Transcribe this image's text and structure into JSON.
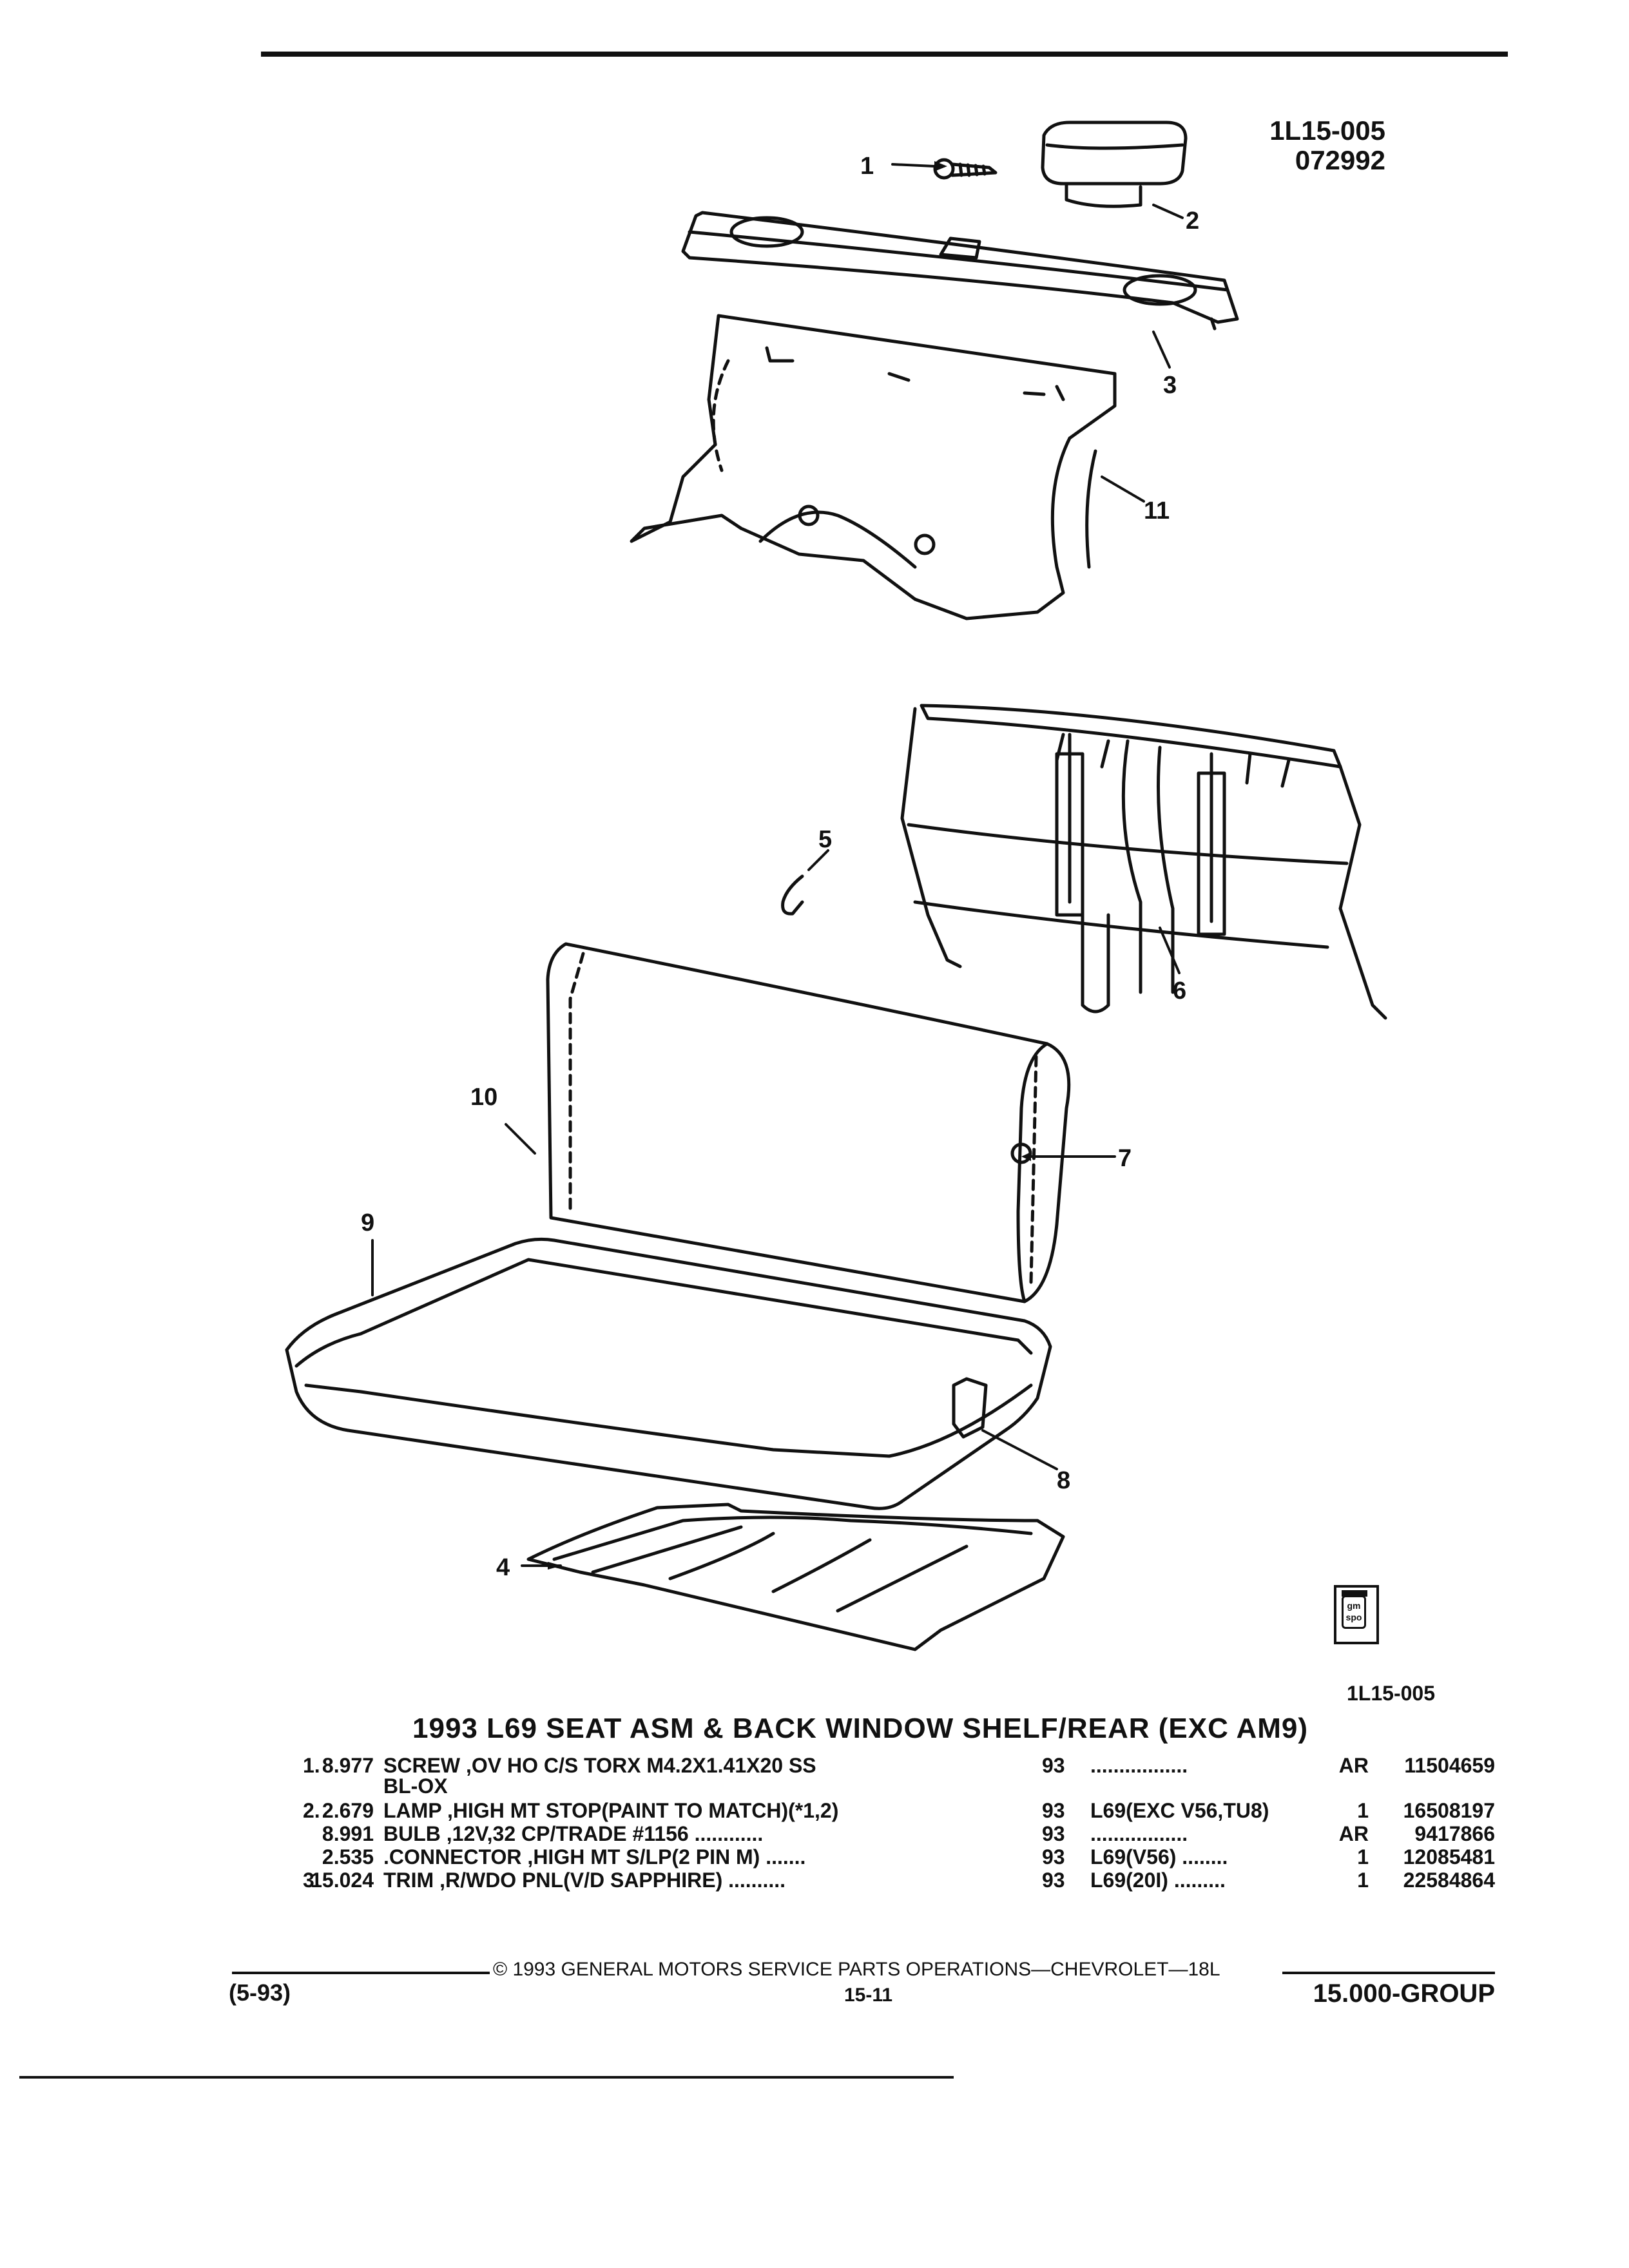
{
  "header": {
    "code": "1L15-005",
    "date": "072992"
  },
  "callouts": [
    "1",
    "2",
    "3",
    "11",
    "5",
    "6",
    "10",
    "7",
    "9",
    "8",
    "4"
  ],
  "figure_code": "1L15-005",
  "title": "1993 L69 SEAT ASM & BACK WINDOW SHELF/REAR (EXC AM9)",
  "parts": [
    {
      "item": "1.",
      "price": "8.977",
      "desc": "SCREW ,OV HO C/S TORX M4.2X1.41X20 SS",
      "year": "93",
      "app": ".................",
      "qty": "AR",
      "part": "11504659"
    },
    {
      "item": "",
      "price": "",
      "desc": "BL-OX",
      "year": "",
      "app": "",
      "qty": "",
      "part": ""
    },
    {
      "item": "2.",
      "price": "2.679",
      "desc": "LAMP ,HIGH MT STOP(PAINT TO MATCH)(*1,2)",
      "year": "93",
      "app": "L69(EXC V56,TU8)",
      "qty": "1",
      "part": "16508197"
    },
    {
      "item": "",
      "price": "8.991",
      "desc": "BULB ,12V,32 CP/TRADE #1156 ............",
      "year": "93",
      "app": ".................",
      "qty": "AR",
      "part": "9417866"
    },
    {
      "item": "",
      "price": "2.535",
      "desc": ".CONNECTOR ,HIGH MT S/LP(2 PIN M) .......",
      "year": "93",
      "app": "L69(V56) ........",
      "qty": "1",
      "part": "12085481"
    },
    {
      "item": "3.",
      "price": "15.024",
      "desc": "TRIM ,R/WDO PNL(V/D SAPPHIRE) ..........",
      "year": "93",
      "app": "L69(20I) .........",
      "qty": "1",
      "part": "22584864"
    }
  ],
  "footer": {
    "copyright": "© 1993 GENERAL MOTORS SERVICE PARTS OPERATIONS—CHEVROLET—18L",
    "date": "(5-93)",
    "page": "15-11",
    "group": "15.000-GROUP"
  },
  "logo_text": "gm spo"
}
